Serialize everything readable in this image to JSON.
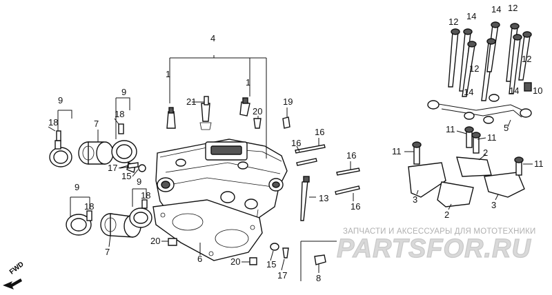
{
  "watermark": {
    "text": "ЗАПЧАСТИ И АКСЕССУАРЫ ДЛЯ МОТОТЕХНИКИ",
    "logo": "PARTSFOR.RU"
  },
  "fwd_label": "FWD",
  "callouts": [
    {
      "id": "c4",
      "label": "4"
    },
    {
      "id": "c1a",
      "label": "1"
    },
    {
      "id": "c1b",
      "label": "1"
    },
    {
      "id": "c21",
      "label": "21"
    },
    {
      "id": "c20a",
      "label": "20"
    },
    {
      "id": "c19",
      "label": "19"
    },
    {
      "id": "c9a",
      "label": "9"
    },
    {
      "id": "c9b",
      "label": "9"
    },
    {
      "id": "c9c",
      "label": "9"
    },
    {
      "id": "c9d",
      "label": "9"
    },
    {
      "id": "c18a",
      "label": "18"
    },
    {
      "id": "c18b",
      "label": "18"
    },
    {
      "id": "c18c",
      "label": "18"
    },
    {
      "id": "c18d",
      "label": "18"
    },
    {
      "id": "c7a",
      "label": "7"
    },
    {
      "id": "c7b",
      "label": "7"
    },
    {
      "id": "c17a",
      "label": "17"
    },
    {
      "id": "c15a",
      "label": "15"
    },
    {
      "id": "c16a",
      "label": "16"
    },
    {
      "id": "c16b",
      "label": "16"
    },
    {
      "id": "c16c",
      "label": "16"
    },
    {
      "id": "c16d",
      "label": "16"
    },
    {
      "id": "c13",
      "label": "13"
    },
    {
      "id": "c20b",
      "label": "20"
    },
    {
      "id": "c20c",
      "label": "20"
    },
    {
      "id": "c6",
      "label": "6"
    },
    {
      "id": "c15b",
      "label": "15"
    },
    {
      "id": "c17b",
      "label": "17"
    },
    {
      "id": "c8",
      "label": "8"
    },
    {
      "id": "c12a",
      "label": "12"
    },
    {
      "id": "c14a",
      "label": "14"
    },
    {
      "id": "c14b",
      "label": "14"
    },
    {
      "id": "c12b",
      "label": "12"
    },
    {
      "id": "c12c",
      "label": "12"
    },
    {
      "id": "c12d",
      "label": "12"
    },
    {
      "id": "c14c",
      "label": "14"
    },
    {
      "id": "c14d",
      "label": "14"
    },
    {
      "id": "c10",
      "label": "10"
    },
    {
      "id": "c5",
      "label": "5"
    },
    {
      "id": "c11a",
      "label": "11"
    },
    {
      "id": "c11b",
      "label": "11"
    },
    {
      "id": "c11c",
      "label": "11"
    },
    {
      "id": "c11d",
      "label": "11"
    },
    {
      "id": "c2a",
      "label": "2"
    },
    {
      "id": "c2b",
      "label": "2"
    },
    {
      "id": "c3a",
      "label": "3"
    },
    {
      "id": "c3b",
      "label": "3"
    }
  ]
}
